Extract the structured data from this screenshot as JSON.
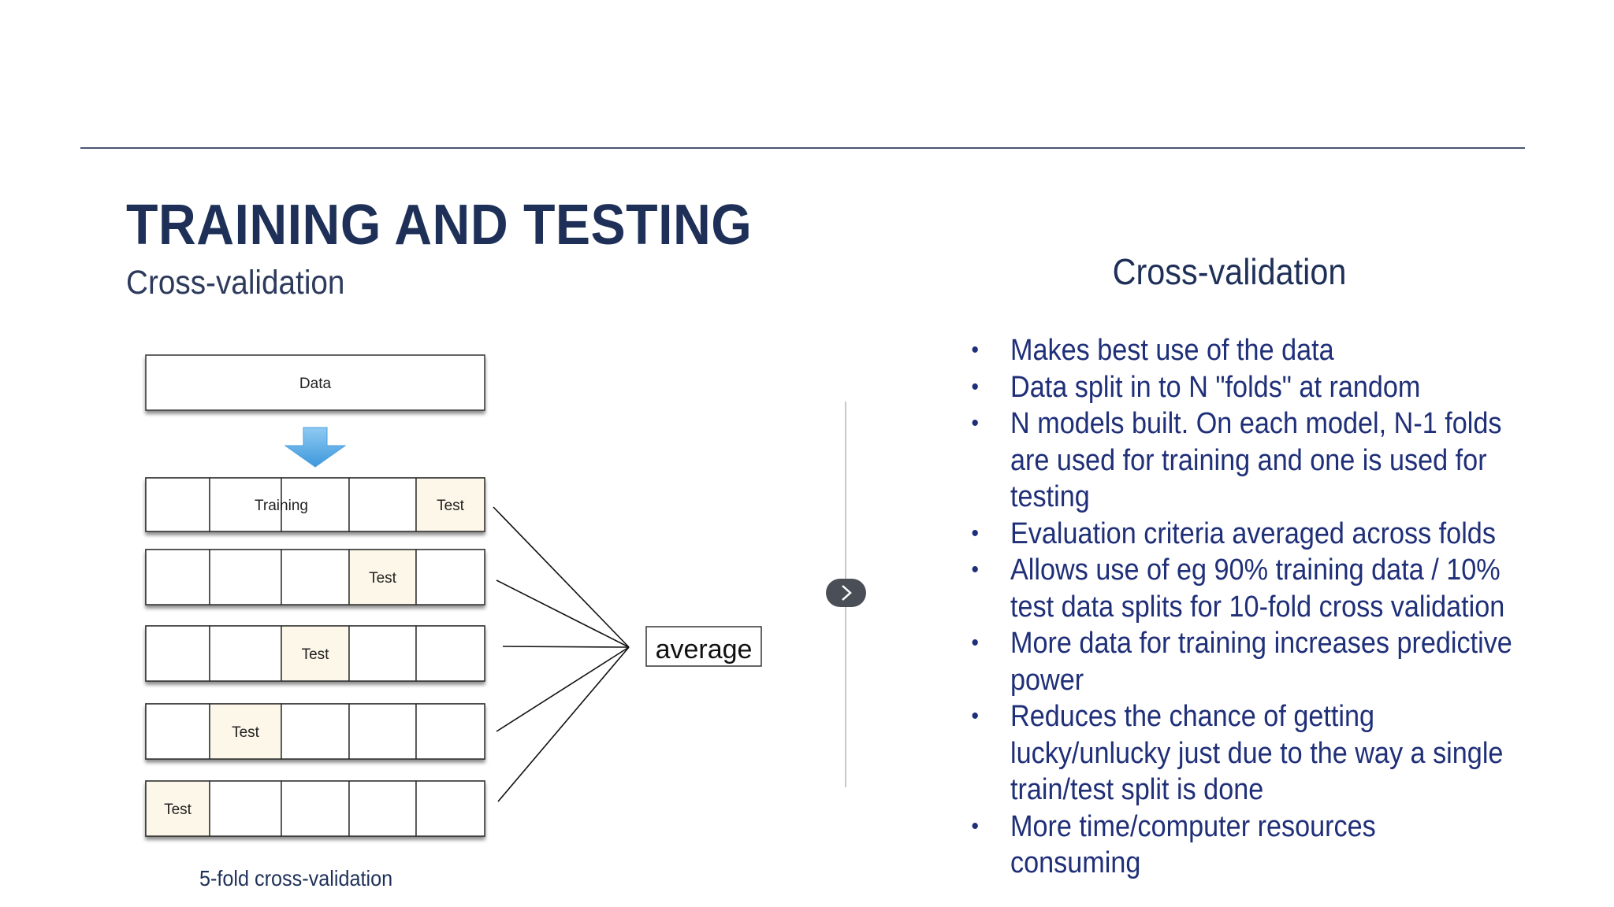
{
  "slide": {
    "title": "TRAINING AND TESTING",
    "subtitle": "Cross-validation"
  },
  "diagram": {
    "data_label": "Data",
    "training_label": "Training",
    "test_label": "Test",
    "average_label": "average",
    "caption": "5-fold cross-validation",
    "fold_count": 5,
    "test_fill": "#fcf7e8",
    "arrow_color": "#5aaee8"
  },
  "panel": {
    "heading": "Cross-validation",
    "bullets": [
      "Makes best use of the data",
      "Data split in to N \"folds\" at random",
      "N models built. On each model, N-1 folds are used for training and one is used for testing",
      "Evaluation criteria averaged across folds",
      "Allows use of eg 90% training data / 10% test data splits for 10-fold cross validation",
      "More data for training increases predictive power",
      "Reduces the chance of getting lucky/unlucky just due to the way a single train/test split is done",
      "More time/computer resources consuming"
    ],
    "bullet_lines": [
      [
        "Makes best use of the data"
      ],
      [
        "Data split in to N \"folds\" at random"
      ],
      [
        "N models built. On each model, N-1 folds",
        "are used for training and one is used for",
        "testing"
      ],
      [
        "Evaluation criteria averaged across folds"
      ],
      [
        "Allows use of eg 90% training data / 10%",
        "test data splits for 10-fold cross validation"
      ],
      [
        "More data for training increases predictive",
        "power"
      ],
      [
        "Reduces the chance of getting",
        "lucky/unlucky just due to the way a single",
        "train/test split is done"
      ],
      [
        "More time/computer resources",
        "consuming"
      ]
    ]
  },
  "navigation": {
    "next_icon": "chevron-right-icon"
  }
}
